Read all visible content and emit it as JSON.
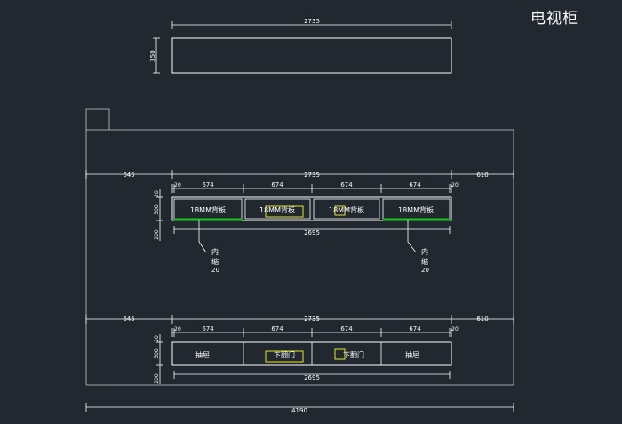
{
  "title": "电视柜",
  "top_view": {
    "width_dim": "2735",
    "depth_dim": "350"
  },
  "wall": {
    "total_dim": "4190"
  },
  "upper_elevation": {
    "left_dim": "645",
    "center_dim": "2735",
    "right_dim": "610",
    "edge_left": "20",
    "edge_right": "20",
    "bay_dims": [
      "674",
      "674",
      "674",
      "674"
    ],
    "panel_labels": [
      "18MM背板",
      "18MM背板",
      "18MM背板",
      "18MM背板"
    ],
    "vertical_dims": [
      "200",
      "300",
      "20"
    ],
    "inner_dim": "2695",
    "note_left": {
      "line1": "内",
      "line2": "缩",
      "line3": "20"
    },
    "note_right": {
      "line1": "内",
      "line2": "缩",
      "line3": "20"
    }
  },
  "lower_elevation": {
    "left_dim": "645",
    "center_dim": "2735",
    "right_dim": "610",
    "edge_left": "20",
    "edge_right": "20",
    "bay_dims": [
      "674",
      "674",
      "674",
      "674"
    ],
    "panel_labels": [
      "抽屉",
      "下翻门",
      "下翻门",
      "抽屉"
    ],
    "vertical_dims": [
      "200",
      "300",
      "20"
    ],
    "inner_dim": "2695"
  },
  "colors": {
    "background": "#212830",
    "line": "#ffffff",
    "green": "#22c02a",
    "yellow": "#e6e61e"
  }
}
